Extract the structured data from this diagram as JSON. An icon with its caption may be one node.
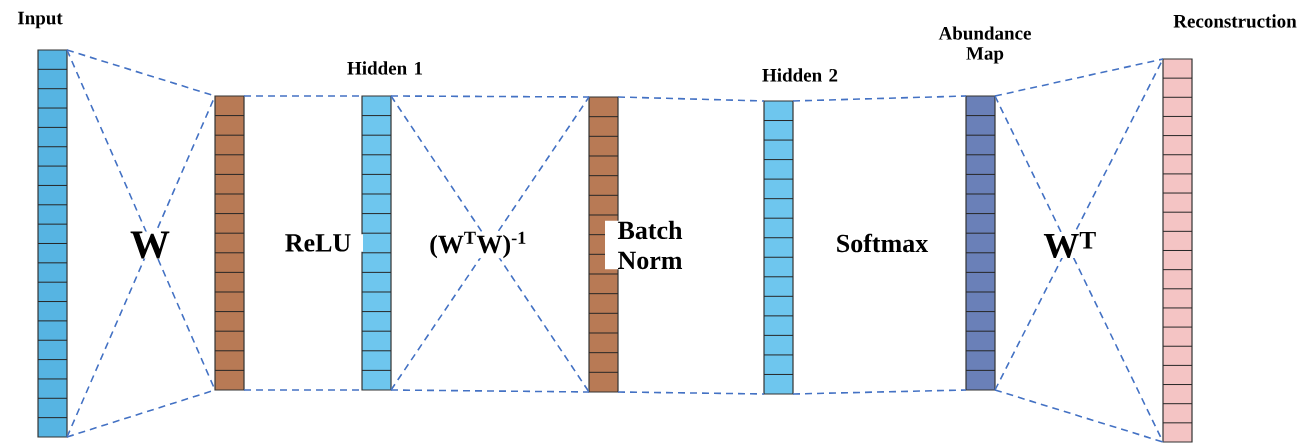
{
  "diagram": {
    "nodes": [
      {
        "text": [
          "Input"
        ]
      },
      {
        "text": [],
        "shape": "bar"
      },
      {
        "text": [
          "Hidden 1"
        ]
      },
      {
        "text": [],
        "shape": "bar"
      },
      {
        "text": [
          "Hidden 2"
        ]
      },
      {
        "text": [
          "Abundance Map"
        ]
      },
      {
        "text": [
          "Reconstruction"
        ]
      }
    ],
    "edges": [
      {
        "from": 0,
        "to": 1,
        "arrow": "none",
        "style": "dashed"
      },
      {
        "from": 0,
        "to": 1,
        "arrow": "none",
        "style": "dashed"
      },
      {
        "from": 0,
        "to": 1,
        "arrow": "none",
        "style": "dashed"
      },
      {
        "from": 0,
        "to": 1,
        "arrow": "none",
        "style": "dashed"
      },
      {
        "from": 1,
        "to": 2,
        "arrow": "none",
        "style": "dashed"
      },
      {
        "from": 1,
        "to": 2,
        "arrow": "none",
        "style": "dashed"
      },
      {
        "from": 2,
        "to": 3,
        "arrow": "none",
        "style": "dashed"
      },
      {
        "from": 2,
        "to": 3,
        "arrow": "none",
        "style": "dashed"
      },
      {
        "from": 2,
        "to": 3,
        "arrow": "none",
        "style": "dashed"
      },
      {
        "from": 2,
        "to": 3,
        "arrow": "none",
        "style": "dashed"
      },
      {
        "from": 3,
        "to": 4,
        "arrow": "none",
        "style": "dashed"
      },
      {
        "from": 3,
        "to": 4,
        "arrow": "none",
        "style": "dashed"
      },
      {
        "from": 4,
        "to": 5,
        "arrow": "none",
        "style": "dashed"
      },
      {
        "from": 4,
        "to": 5,
        "arrow": "none",
        "style": "dashed"
      },
      {
        "from": 5,
        "to": 6,
        "arrow": "none",
        "style": "dashed"
      },
      {
        "from": 5,
        "to": 6,
        "arrow": "none",
        "style": "dashed"
      },
      {
        "from": 5,
        "to": 6,
        "arrow": "none",
        "style": "dashed"
      },
      {
        "from": 5,
        "to": 6,
        "arrow": "none",
        "style": "dashed"
      }
    ],
    "labels": [
      "W",
      "ReLU",
      "(W$^{T}$W)$^{-1}$",
      "Batch Norm",
      "Softmax",
      "W$^{T}$"
    ]
  }
}
